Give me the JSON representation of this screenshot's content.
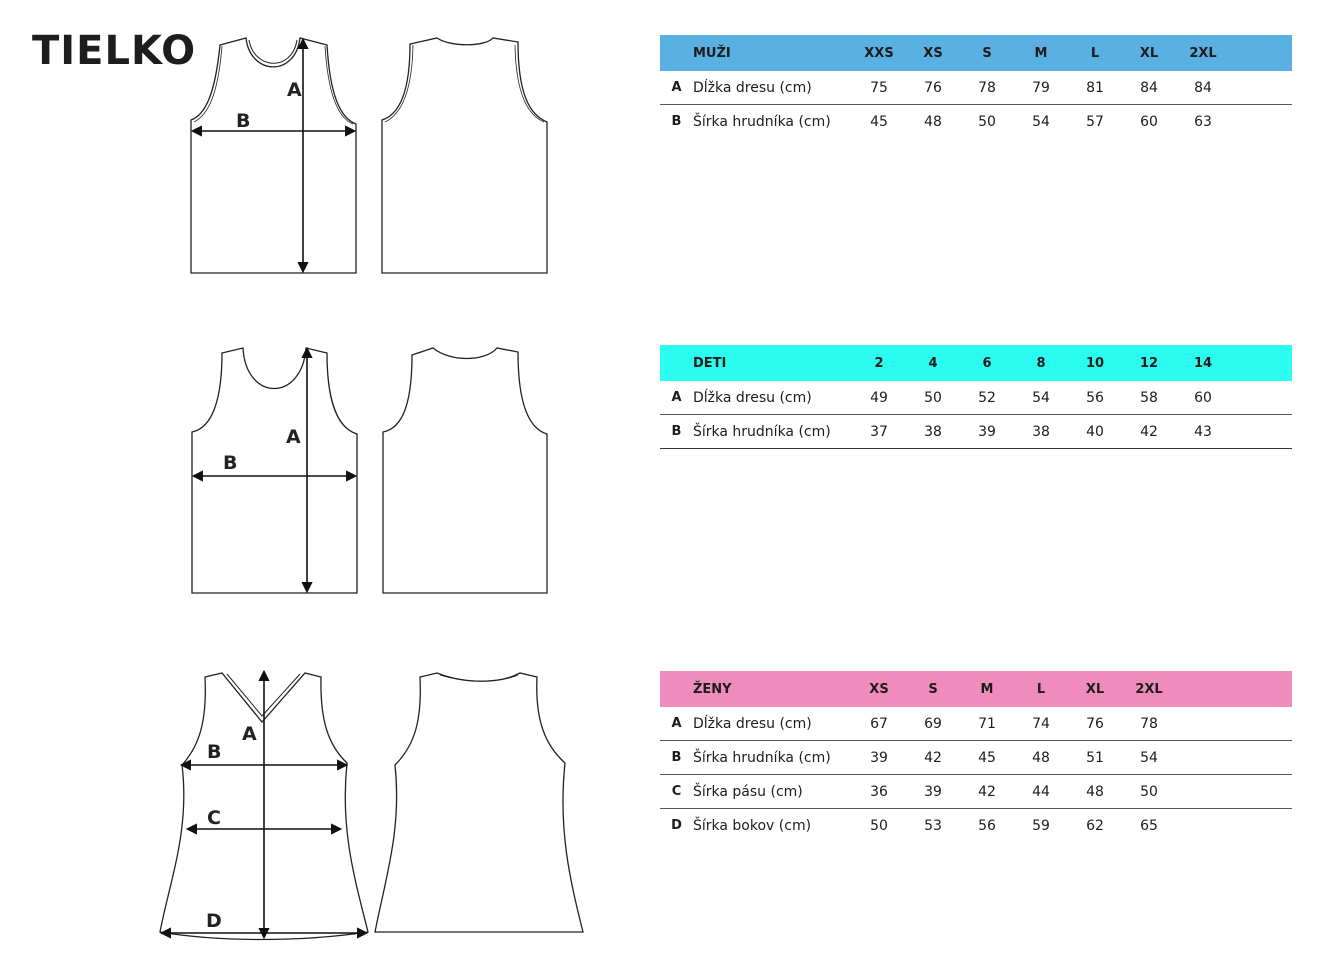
{
  "title": "TIELKO",
  "colors": {
    "men_header": "#5aafe3",
    "kids_header": "#2cfbef",
    "women_header": "#ee8cbb"
  },
  "tables": {
    "men": {
      "group": "MUŽI",
      "sizes": [
        "XXS",
        "XS",
        "S",
        "M",
        "L",
        "XL",
        "2XL"
      ],
      "rows": [
        {
          "code": "A",
          "label": "Dĺžka dresu (cm)",
          "values": [
            "75",
            "76",
            "78",
            "79",
            "81",
            "84",
            "84"
          ]
        },
        {
          "code": "B",
          "label": "Šírka hrudníka (cm)",
          "values": [
            "45",
            "48",
            "50",
            "54",
            "57",
            "60",
            "63"
          ]
        }
      ]
    },
    "kids": {
      "group": "DETI",
      "sizes": [
        "2",
        "4",
        "6",
        "8",
        "10",
        "12",
        "14"
      ],
      "rows": [
        {
          "code": "A",
          "label": "Dĺžka dresu (cm)",
          "values": [
            "49",
            "50",
            "52",
            "54",
            "56",
            "58",
            "60"
          ]
        },
        {
          "code": "B",
          "label": "Šírka hrudníka (cm)",
          "values": [
            "37",
            "38",
            "39",
            "38",
            "40",
            "42",
            "43"
          ]
        }
      ]
    },
    "women": {
      "group": "ŽENY",
      "sizes": [
        "XS",
        "S",
        "M",
        "L",
        "XL",
        "2XL"
      ],
      "rows": [
        {
          "code": "A",
          "label": "Dĺžka dresu (cm)",
          "values": [
            "67",
            "69",
            "71",
            "74",
            "76",
            "78"
          ]
        },
        {
          "code": "B",
          "label": "Šírka hrudníka (cm)",
          "values": [
            "39",
            "42",
            "45",
            "48",
            "51",
            "54"
          ]
        },
        {
          "code": "C",
          "label": "Šírka pásu (cm)",
          "values": [
            "36",
            "39",
            "42",
            "44",
            "48",
            "50"
          ]
        },
        {
          "code": "D",
          "label": "Šírka bokov (cm)",
          "values": [
            "50",
            "53",
            "56",
            "59",
            "62",
            "65"
          ]
        }
      ]
    }
  },
  "diagram_labels": {
    "men": {
      "a": "A",
      "b": "B"
    },
    "kids": {
      "a": "A",
      "b": "B"
    },
    "women": {
      "a": "A",
      "b": "B",
      "c": "C",
      "d": "D"
    }
  }
}
